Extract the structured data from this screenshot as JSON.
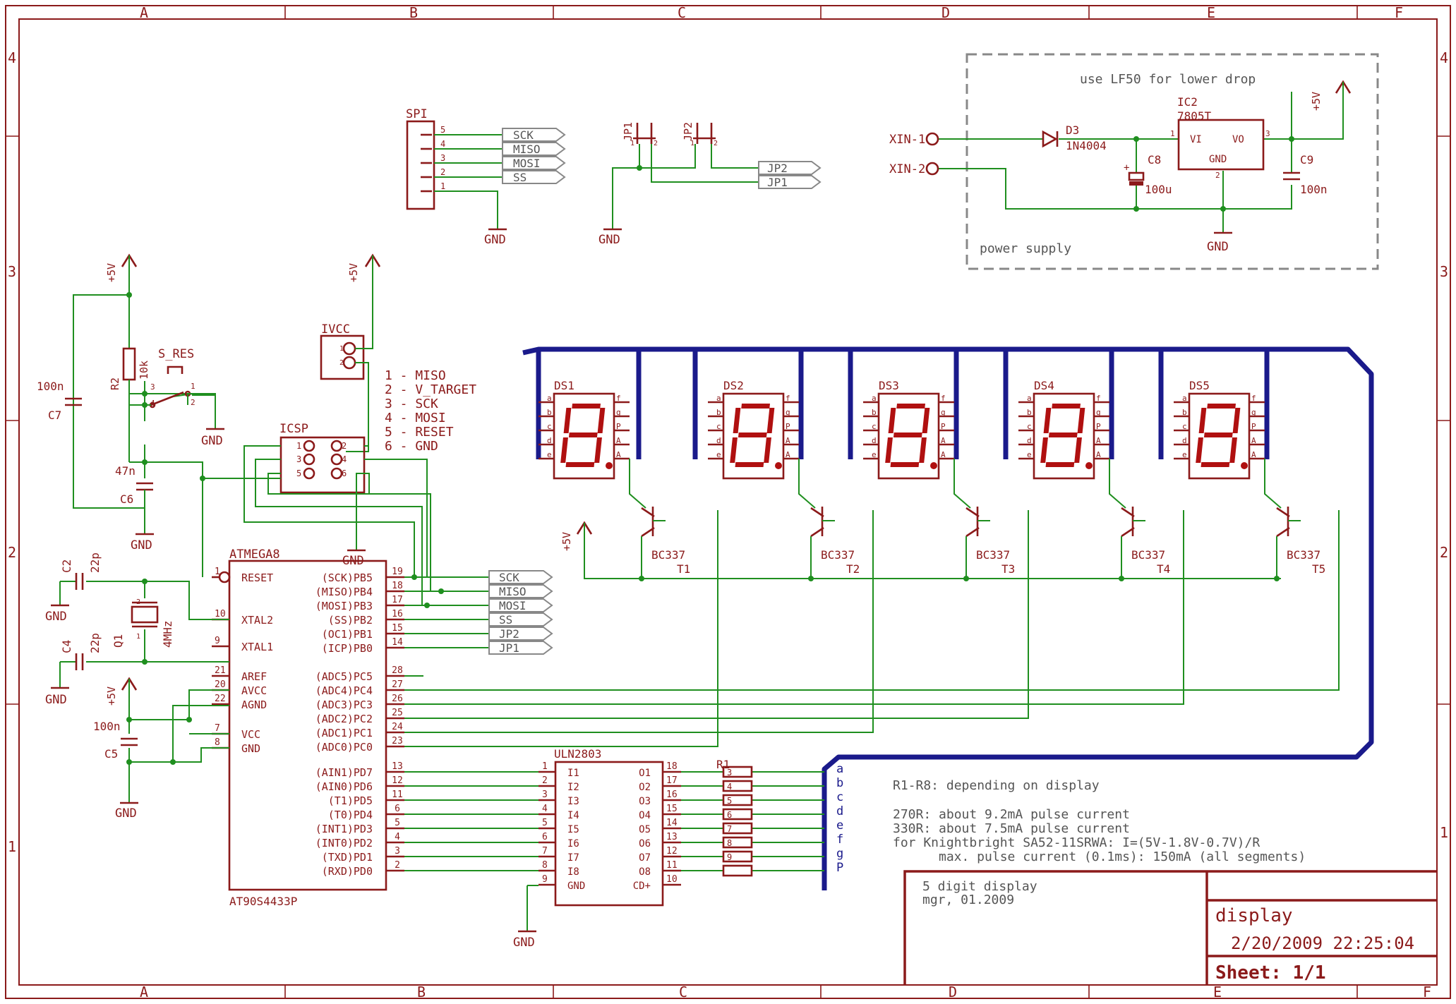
{
  "frame": {
    "columns": [
      "A",
      "B",
      "C",
      "D",
      "E",
      "F"
    ],
    "rows": [
      "4",
      "3",
      "2",
      "1"
    ]
  },
  "colors": {
    "part": "#8b1a1a",
    "wire": "#1f8f1f",
    "bus": "#1a1a8b",
    "segment": "#b01010",
    "supply_box": "#888888"
  },
  "power_supply": {
    "note": "use LF50 for lower drop",
    "label": "power supply",
    "xin1": "XIN-1",
    "xin2": "XIN-2",
    "d3": {
      "name": "D3",
      "value": "1N4004"
    },
    "ic2": {
      "name": "IC2",
      "value": "7805T",
      "vi": "VI",
      "vo": "VO",
      "gnd": "GND",
      "pin1": "1",
      "pin2": "2",
      "pin3": "3"
    },
    "c8": {
      "name": "C8",
      "value": "100u",
      "plus": "+"
    },
    "c9": {
      "name": "C9",
      "value": "100n"
    },
    "vcc": "+5V",
    "gnd": "GND"
  },
  "spi": {
    "name": "SPI",
    "pins": [
      "5",
      "4",
      "3",
      "2",
      "1"
    ],
    "signals": [
      "SCK",
      "MISO",
      "MOSI",
      "SS"
    ],
    "gnd": "GND"
  },
  "jumpers": {
    "jp1": {
      "name": "JP1",
      "pin1": "1",
      "pin2": "2",
      "flag": "JP1"
    },
    "jp2": {
      "name": "JP2",
      "pin1": "1",
      "pin2": "2",
      "flag": "JP2"
    },
    "gnd": "GND"
  },
  "reset": {
    "vcc": "+5V",
    "r2": {
      "name": "R2",
      "value": "10k"
    },
    "switch": {
      "name": "S_RES",
      "pin1": "1",
      "pin2": "2",
      "pin3": "3",
      "pin4": "4"
    },
    "c7": {
      "name": "C7",
      "value": "100n"
    },
    "c6": {
      "name": "C6",
      "value": "47n"
    },
    "gnd1": "GND",
    "gnd2": "GND"
  },
  "ivcc": {
    "name": "IVCC",
    "pin1": "1",
    "pin2": "2",
    "vcc": "+5V"
  },
  "icsp": {
    "name": "ICSP",
    "pins": [
      "1",
      "2",
      "3",
      "4",
      "5",
      "6"
    ],
    "legend": [
      "1 - MISO",
      "2 - V_TARGET",
      "3 - SCK",
      "4 - MOSI",
      "5 - RESET",
      "6 - GND"
    ],
    "gnd": "GND"
  },
  "mcu": {
    "name": "ATMEGA8",
    "value": "AT90S4433P",
    "left_pins": [
      {
        "num": "1",
        "label": "RESET"
      },
      {
        "num": "10",
        "label": "XTAL2"
      },
      {
        "num": "9",
        "label": "XTAL1"
      },
      {
        "num": "21",
        "label": "AREF"
      },
      {
        "num": "20",
        "label": "AVCC"
      },
      {
        "num": "22",
        "label": "AGND"
      },
      {
        "num": "7",
        "label": "VCC"
      },
      {
        "num": "8",
        "label": "GND"
      }
    ],
    "right_pins": [
      {
        "num": "19",
        "label": "(SCK)PB5"
      },
      {
        "num": "18",
        "label": "(MISO)PB4"
      },
      {
        "num": "17",
        "label": "(MOSI)PB3"
      },
      {
        "num": "16",
        "label": "(SS)PB2"
      },
      {
        "num": "15",
        "label": "(OC1)PB1"
      },
      {
        "num": "14",
        "label": "(ICP)PB0"
      },
      {
        "num": "28",
        "label": "(ADC5)PC5"
      },
      {
        "num": "27",
        "label": "(ADC4)PC4"
      },
      {
        "num": "26",
        "label": "(ADC3)PC3"
      },
      {
        "num": "25",
        "label": "(ADC2)PC2"
      },
      {
        "num": "24",
        "label": "(ADC1)PC1"
      },
      {
        "num": "23",
        "label": "(ADC0)PC0"
      },
      {
        "num": "13",
        "label": "(AIN1)PD7"
      },
      {
        "num": "12",
        "label": "(AIN0)PD6"
      },
      {
        "num": "11",
        "label": "(T1)PD5"
      },
      {
        "num": "6",
        "label": "(T0)PD4"
      },
      {
        "num": "5",
        "label": "(INT1)PD3"
      },
      {
        "num": "4",
        "label": "(INT0)PD2"
      },
      {
        "num": "3",
        "label": "(TXD)PD1"
      },
      {
        "num": "2",
        "label": "(RXD)PD0"
      }
    ],
    "port_flags": [
      "SCK",
      "MISO",
      "MOSI",
      "SS",
      "JP2",
      "JP1"
    ]
  },
  "clock": {
    "c2": {
      "name": "C2",
      "value": "22p"
    },
    "c4": {
      "name": "C4",
      "value": "22p"
    },
    "q1": {
      "name": "Q1",
      "value": "4MHz",
      "pin1": "1",
      "pin2": "2"
    },
    "gnd1": "GND",
    "gnd2": "GND"
  },
  "analog_supply": {
    "vcc": "+5V",
    "c5": {
      "name": "C5",
      "value": "100n"
    },
    "gnd": "GND"
  },
  "displays": [
    {
      "name": "DS1"
    },
    {
      "name": "DS2"
    },
    {
      "name": "DS3"
    },
    {
      "name": "DS4"
    },
    {
      "name": "DS5"
    }
  ],
  "display_pins_left": [
    "a",
    "b",
    "c",
    "d",
    "e"
  ],
  "display_pins_right": [
    "f",
    "g",
    "P",
    "A",
    "A"
  ],
  "transistors": [
    {
      "name": "T1",
      "value": "BC337"
    },
    {
      "name": "T2",
      "value": "BC337"
    },
    {
      "name": "T3",
      "value": "BC337"
    },
    {
      "name": "T4",
      "value": "BC337"
    },
    {
      "name": "T5",
      "value": "BC337"
    }
  ],
  "transistor_supply": "+5V",
  "driver": {
    "name": "ULN2803",
    "in_pins": [
      "1",
      "2",
      "3",
      "4",
      "5",
      "6",
      "7",
      "8",
      "9"
    ],
    "in_labels": [
      "I1",
      "I2",
      "I3",
      "I4",
      "I5",
      "I6",
      "I7",
      "I8",
      "GND"
    ],
    "out_pins": [
      "18",
      "17",
      "16",
      "15",
      "14",
      "13",
      "12",
      "11",
      "10"
    ],
    "out_labels": [
      "O1",
      "O2",
      "O3",
      "O4",
      "O5",
      "O6",
      "O7",
      "O8",
      "CD+"
    ],
    "gnd": "GND"
  },
  "resistor_array": {
    "name": "R1",
    "pins": [
      "3",
      "4",
      "5",
      "6",
      "7",
      "8",
      "9"
    ],
    "segments": [
      "a",
      "b",
      "c",
      "d",
      "e",
      "f",
      "g",
      "P"
    ]
  },
  "notes": [
    "R1-R8: depending on display",
    "270R: about 9.2mA pulse current",
    "330R: about 7.5mA pulse current",
    "for Knightbright SA52-11SRWA: I=(5V-1.8V-0.7V)/R",
    "max. pulse current (0.1ms): 150mA (all segments)"
  ],
  "title_block": {
    "description_line1": "5 digit display",
    "description_line2": "mgr, 01.2009",
    "title": "display",
    "date": "2/20/2009 22:25:04",
    "sheet": "Sheet: 1/1"
  }
}
